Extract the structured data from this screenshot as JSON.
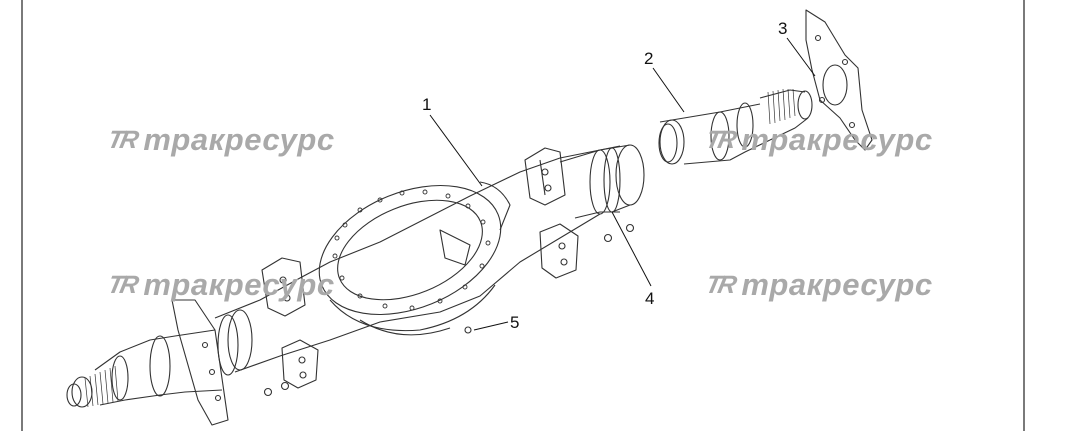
{
  "watermark": {
    "logo": "TR",
    "text": "тракресурс",
    "color": "#a9a9a9"
  },
  "callouts": [
    "1",
    "2",
    "3",
    "4",
    "5"
  ],
  "line_color": "#333333"
}
